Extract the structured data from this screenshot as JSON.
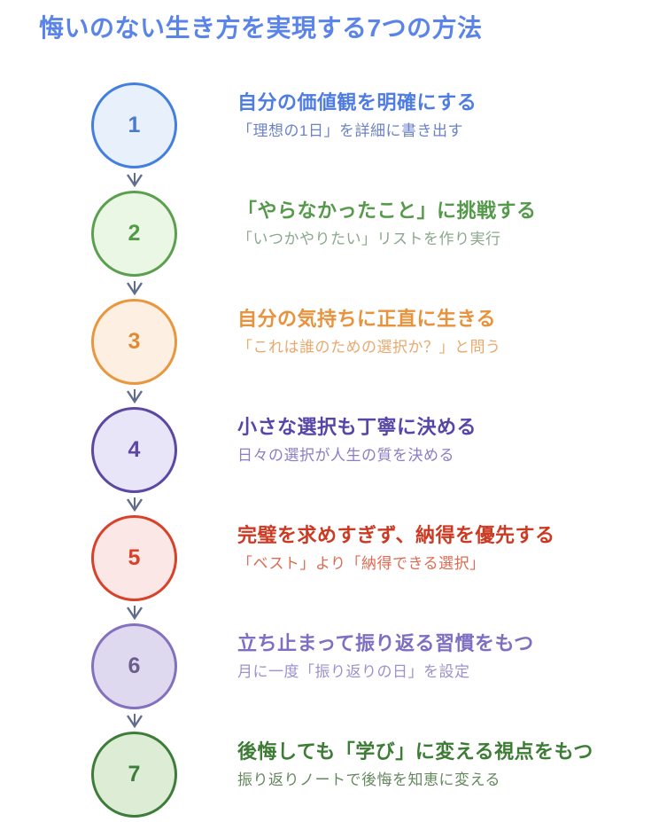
{
  "page": {
    "title": "悔いのない生き方を実現する7つの方法",
    "title_color": "#5B84E8",
    "background": "#FFFFFF",
    "arrow_color": "#5F6C8C",
    "arrow_icon": "chevron-down-arrowhead"
  },
  "steps": [
    {
      "number": "1",
      "title": "自分の価値観を明確にする",
      "subtitle": "「理想の1日」を詳細に書き出す",
      "colors": {
        "border": "#437FDE",
        "fill": "#E8F0FC",
        "number": "#4B79CE",
        "title": "#4E7CE0",
        "subtitle": "#6B82C6"
      }
    },
    {
      "number": "2",
      "title": "「やらなかったこと」に挑戦する",
      "subtitle": "「いつかやりたい」リストを作り実行",
      "colors": {
        "border": "#5BA04E",
        "fill": "#E9F7E4",
        "number": "#55994A",
        "title": "#55994A",
        "subtitle": "#8BA88C"
      }
    },
    {
      "number": "3",
      "title": "自分の気持ちに正直に生きる",
      "subtitle": "「これは誰のための選択か？」と問う",
      "colors": {
        "border": "#E8973F",
        "fill": "#FDF0E3",
        "number": "#E08A36",
        "title": "#E8923C",
        "subtitle": "#E9A96E"
      }
    },
    {
      "number": "4",
      "title": "小さな選択も丁寧に決める",
      "subtitle": "日々の選択が人生の質を決める",
      "colors": {
        "border": "#5C48A3",
        "fill": "#E9E5F8",
        "number": "#5C48A3",
        "title": "#5646A8",
        "subtitle": "#8B7DC7"
      }
    },
    {
      "number": "5",
      "title": "完璧を求めすぎず、納得を優先する",
      "subtitle": "「ベスト」より「納得できる選択」",
      "colors": {
        "border": "#D8422B",
        "fill": "#FBE7E5",
        "number": "#D8422B",
        "title": "#CC3A23",
        "subtitle": "#DC6B54"
      }
    },
    {
      "number": "6",
      "title": "立ち止まって振り返る習慣をもつ",
      "subtitle": "月に一度「振り返りの日」を設定",
      "colors": {
        "border": "#8371BE",
        "fill": "#DFD9EF",
        "number": "#6A5E8E",
        "title": "#7D6FC2",
        "subtitle": "#9C92CC"
      }
    },
    {
      "number": "7",
      "title": "後悔しても「学び」に変える視点をもつ",
      "subtitle": "振り返りノートで後悔を知恵に変える",
      "colors": {
        "border": "#3E7C3A",
        "fill": "#DDEDD5",
        "number": "#3E7C3A",
        "title": "#3C7C35",
        "subtitle": "#65885F"
      }
    }
  ]
}
